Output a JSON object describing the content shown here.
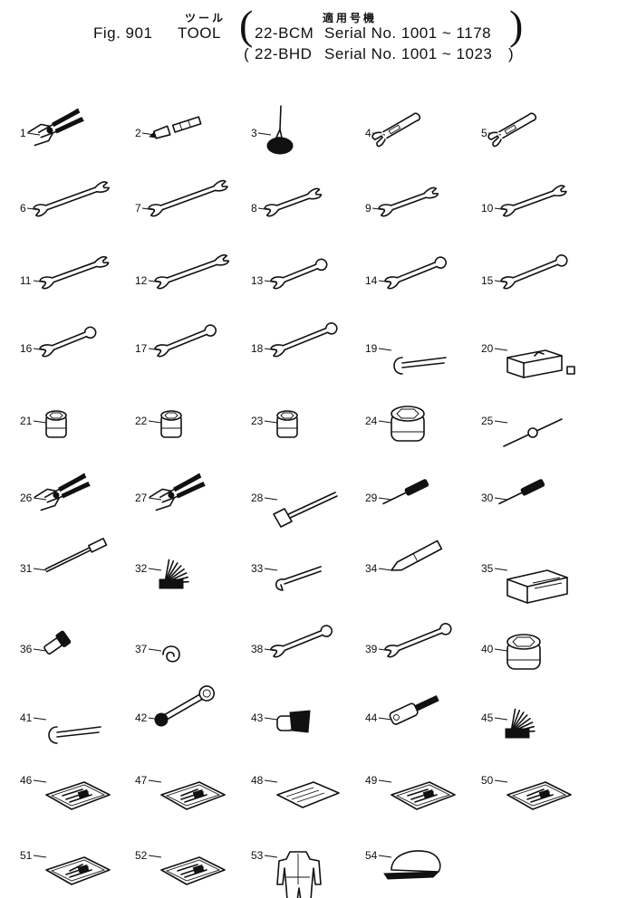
{
  "header": {
    "jp_tool": "ツール",
    "jp_applicable": "適用号機",
    "fig": "Fig. 901",
    "tool": "TOOL",
    "line1_model": "22-BCM",
    "line1_serial": "Serial No. 1001 ~ 1178",
    "line2_model": "22-BHD",
    "line2_serial": "Serial No. 1001 ~ 1023"
  },
  "parts": [
    {
      "no": "1",
      "icon": "pliers-icon"
    },
    {
      "no": "2",
      "icon": "grease-fitting-icon"
    },
    {
      "no": "3",
      "icon": "oil-can-icon"
    },
    {
      "no": "4",
      "icon": "adjustable-wrench-icon"
    },
    {
      "no": "5",
      "icon": "adjustable-wrench-icon"
    },
    {
      "no": "6",
      "icon": "double-wrench-icon"
    },
    {
      "no": "7",
      "icon": "double-wrench-icon"
    },
    {
      "no": "8",
      "icon": "double-wrench-icon"
    },
    {
      "no": "9",
      "icon": "double-wrench-icon"
    },
    {
      "no": "10",
      "icon": "double-wrench-icon"
    },
    {
      "no": "11",
      "icon": "double-wrench-icon"
    },
    {
      "no": "12",
      "icon": "double-wrench-icon"
    },
    {
      "no": "13",
      "icon": "wrench-icon"
    },
    {
      "no": "14",
      "icon": "wrench-icon"
    },
    {
      "no": "15",
      "icon": "wrench-icon"
    },
    {
      "no": "16",
      "icon": "wrench-icon"
    },
    {
      "no": "17",
      "icon": "wrench-icon"
    },
    {
      "no": "18",
      "icon": "wrench-icon"
    },
    {
      "no": "19",
      "icon": "hook-spanner-icon"
    },
    {
      "no": "20",
      "icon": "tool-box-icon"
    },
    {
      "no": "21",
      "icon": "socket-icon"
    },
    {
      "no": "22",
      "icon": "socket-icon"
    },
    {
      "no": "23",
      "icon": "socket-icon"
    },
    {
      "no": "24",
      "icon": "large-socket-icon"
    },
    {
      "no": "25",
      "icon": "t-handle-icon"
    },
    {
      "no": "26",
      "icon": "pliers-icon"
    },
    {
      "no": "27",
      "icon": "pliers-icon"
    },
    {
      "no": "28",
      "icon": "hammer-icon"
    },
    {
      "no": "29",
      "icon": "screwdriver-icon"
    },
    {
      "no": "30",
      "icon": "screwdriver-icon"
    },
    {
      "no": "31",
      "icon": "bar-icon"
    },
    {
      "no": "32",
      "icon": "feeler-gauge-icon"
    },
    {
      "no": "33",
      "icon": "hook-wrench-icon"
    },
    {
      "no": "34",
      "icon": "chisel-icon"
    },
    {
      "no": "35",
      "icon": "tool-case-icon"
    },
    {
      "no": "36",
      "icon": "plug-icon"
    },
    {
      "no": "37",
      "icon": "spring-icon"
    },
    {
      "no": "38",
      "icon": "wrench-icon"
    },
    {
      "no": "39",
      "icon": "wrench-icon"
    },
    {
      "no": "40",
      "icon": "large-socket-icon"
    },
    {
      "no": "41",
      "icon": "hook-spanner-icon"
    },
    {
      "no": "42",
      "icon": "box-wrench-icon"
    },
    {
      "no": "43",
      "icon": "socket-adapter-icon"
    },
    {
      "no": "44",
      "icon": "socket-extension-icon"
    },
    {
      "no": "45",
      "icon": "feeler-gauge-icon"
    },
    {
      "no": "46",
      "icon": "manual-icon"
    },
    {
      "no": "47",
      "icon": "manual-icon"
    },
    {
      "no": "48",
      "icon": "cloth-icon"
    },
    {
      "no": "49",
      "icon": "manual-icon"
    },
    {
      "no": "50",
      "icon": "manual-icon"
    },
    {
      "no": "51",
      "icon": "manual-icon"
    },
    {
      "no": "52",
      "icon": "manual-icon"
    },
    {
      "no": "53",
      "icon": "coverall-icon"
    },
    {
      "no": "54",
      "icon": "cap-icon"
    }
  ]
}
